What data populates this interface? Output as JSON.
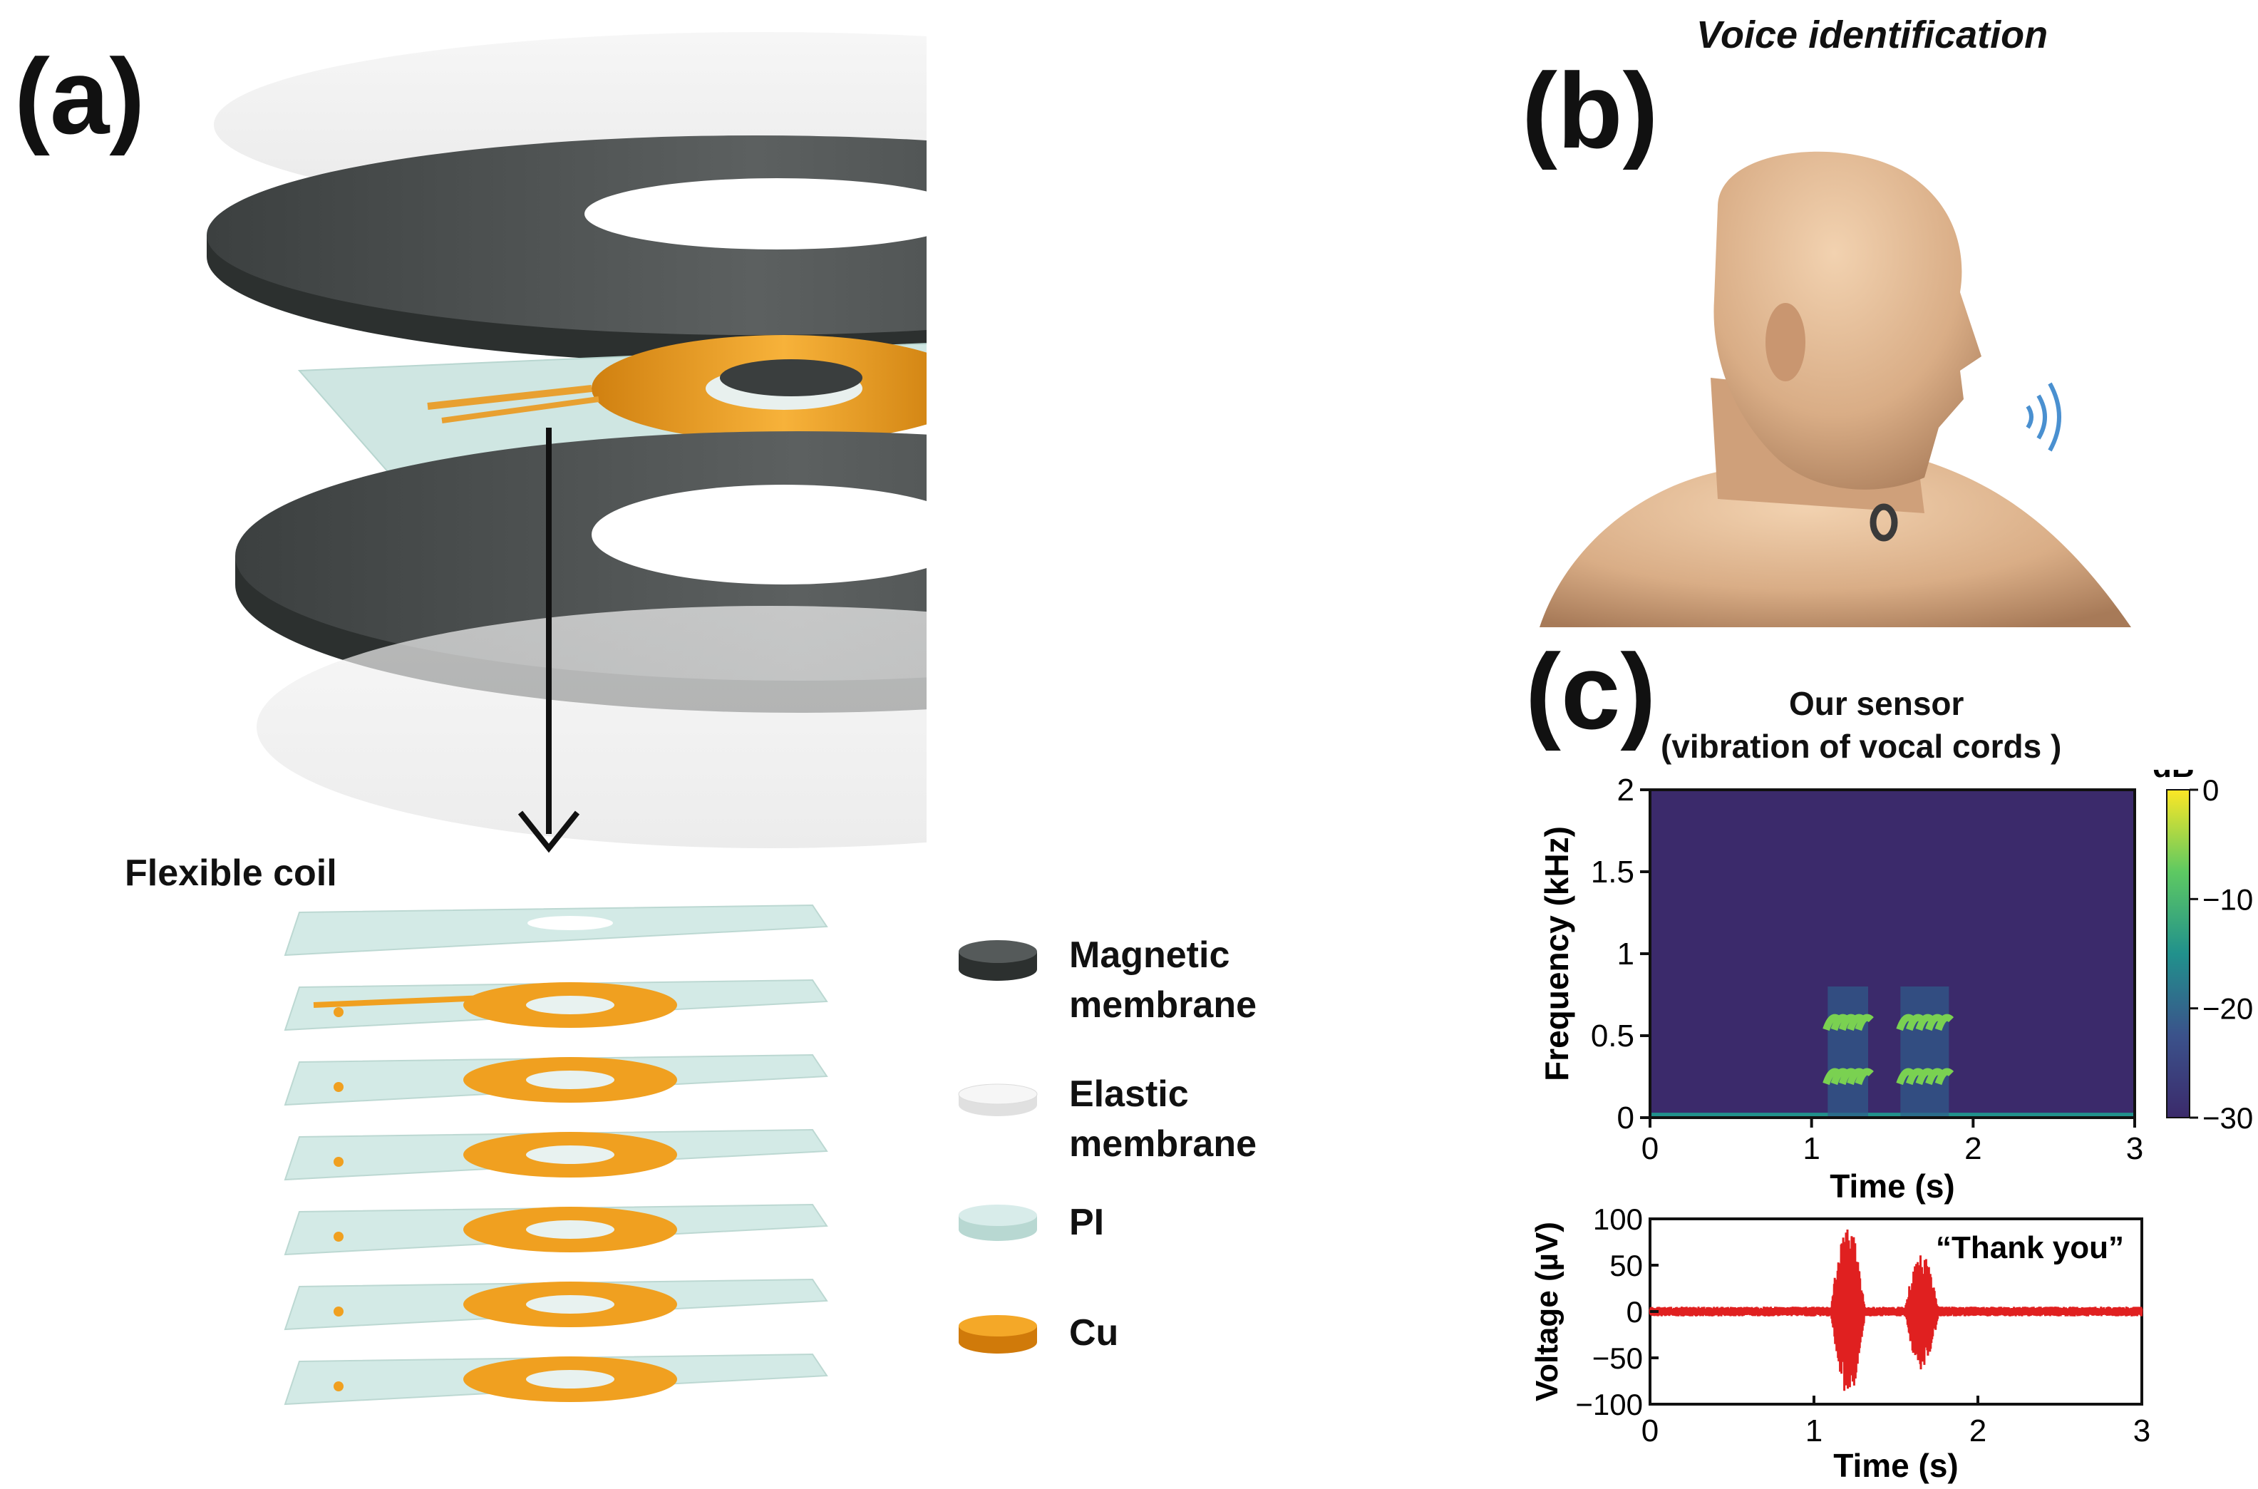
{
  "panel_a": {
    "label": "(a)",
    "coil_title": "Flexible coil",
    "legend": [
      {
        "name": "magnetic",
        "line1": "Magnetic",
        "line2": "membrane",
        "color": "#4a4e4e"
      },
      {
        "name": "elastic",
        "line1": "Elastic",
        "line2": "membrane",
        "color": "#e8e8e8"
      },
      {
        "name": "pi",
        "line1": "PI",
        "line2": "",
        "color": "#cfe8e4"
      },
      {
        "name": "cu",
        "line1": "Cu",
        "line2": "",
        "color": "#f0a020"
      }
    ]
  },
  "panel_b": {
    "label": "(b)",
    "title": "Voice identification"
  },
  "panel_c": {
    "label": "(c)",
    "title_line1": "Our sensor",
    "title_line2": "(vibration of vocal cords )",
    "colorbar_unit": "dB",
    "colorbar_ticks": [
      "0",
      "−10",
      "−20",
      "−30"
    ],
    "spectrogram": {
      "ylabel": "Frequency (kHz)",
      "xlabel": "Time (s)",
      "yticks": [
        "0",
        "0.5",
        "1",
        "1.5",
        "2"
      ],
      "xticks": [
        "0",
        "1",
        "2",
        "3"
      ]
    },
    "waveform": {
      "ylabel": "Voltage (µV)",
      "xlabel": "Time (s)",
      "yticks": [
        "100",
        "50",
        "0",
        "−50",
        "−100"
      ],
      "xticks": [
        "0",
        "1",
        "2",
        "3"
      ],
      "annotation": "“Thank you”"
    }
  },
  "chart_data": [
    {
      "type": "heatmap",
      "title": "Our sensor (vibration of vocal cords )",
      "xlabel": "Time (s)",
      "ylabel": "Frequency (kHz)",
      "xlim": [
        0,
        3
      ],
      "ylim": [
        0,
        2
      ],
      "colorbar_label": "dB",
      "colorbar_range": [
        -30,
        0
      ],
      "bursts": [
        {
          "t_start": 1.1,
          "t_end": 1.35,
          "f_max": 0.8
        },
        {
          "t_start": 1.55,
          "t_end": 1.85,
          "f_max": 0.8
        }
      ]
    },
    {
      "type": "line",
      "xlabel": "Time (s)",
      "ylabel": "Voltage (µV)",
      "xlim": [
        0,
        3
      ],
      "ylim": [
        -100,
        100
      ],
      "annotation": "“Thank you”",
      "color": "#e02020",
      "bursts": [
        {
          "t_start": 1.1,
          "t_end": 1.4,
          "amplitude": 90
        },
        {
          "t_start": 1.55,
          "t_end": 1.85,
          "amplitude": 60
        }
      ],
      "baseline_noise": 5
    }
  ]
}
